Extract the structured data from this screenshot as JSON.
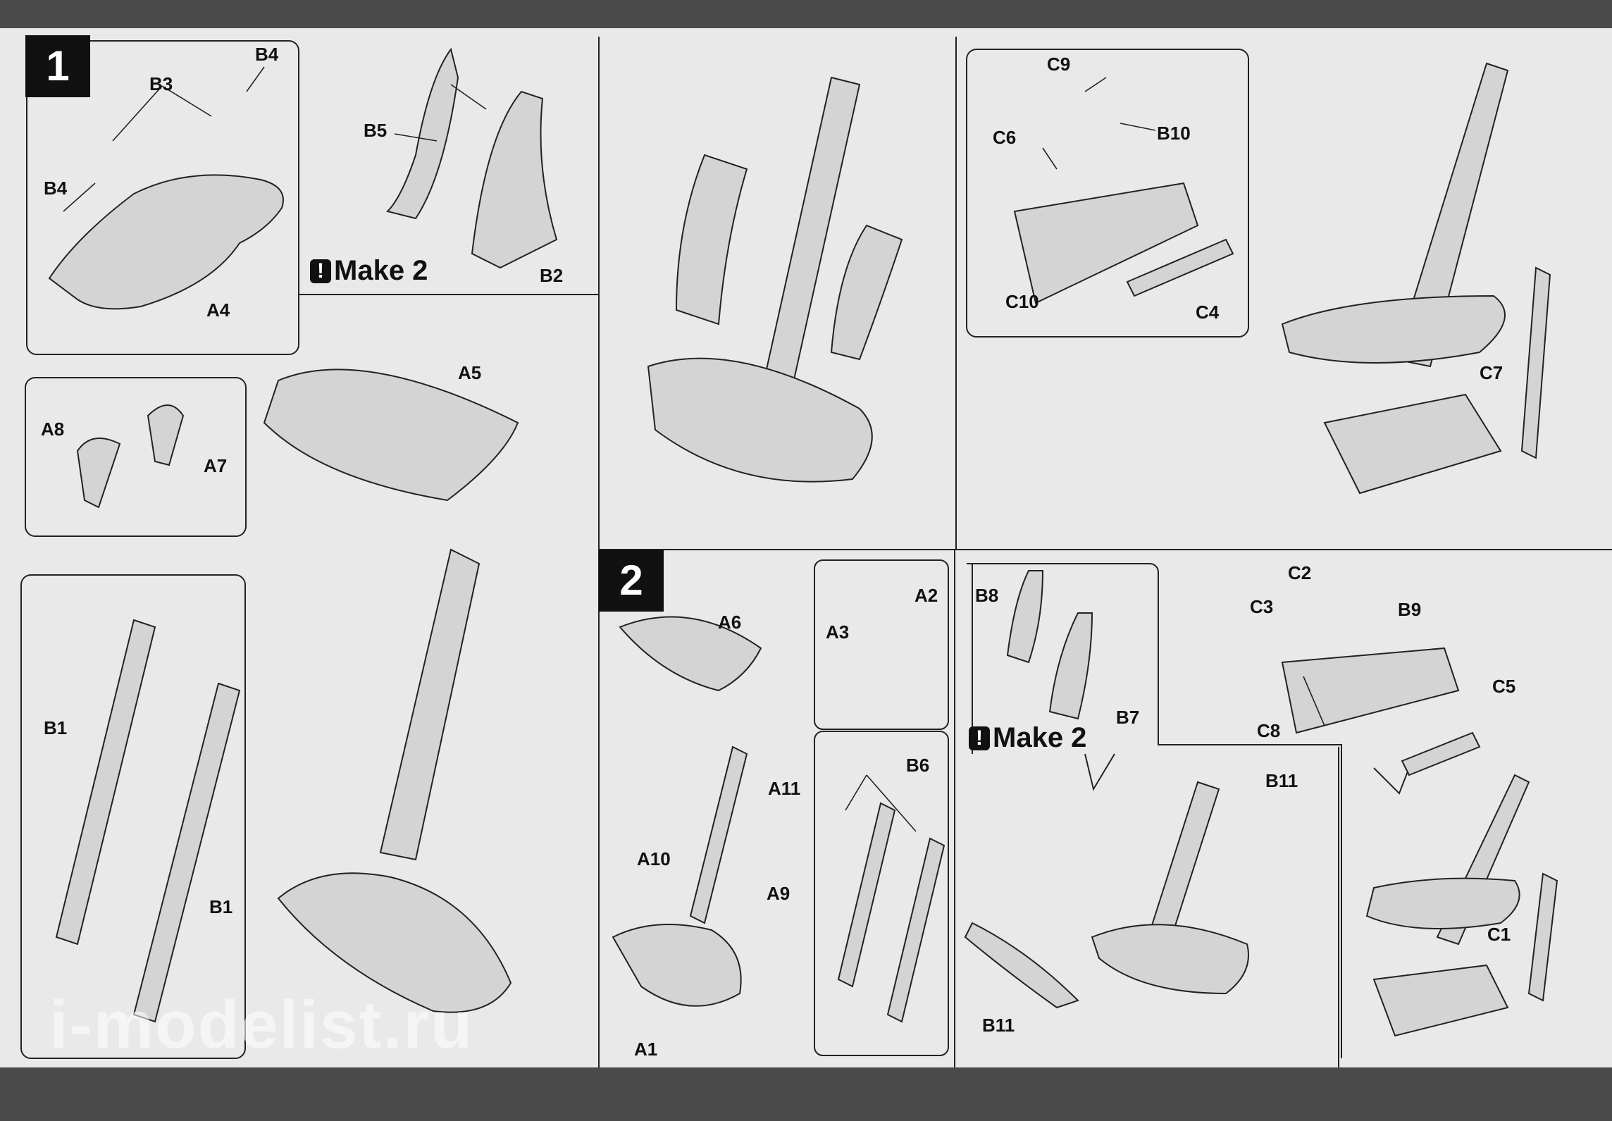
{
  "steps": {
    "step1": "1",
    "step2": "2"
  },
  "make_notes": {
    "note1": "Make 2",
    "note2": "Make 2"
  },
  "icons": {
    "make_note_icon": "exclamation-icon"
  },
  "watermark": "i-modelist.ru",
  "parts": {
    "b4_top": "B4",
    "b3": "B3",
    "b4_left": "B4",
    "a4": "A4",
    "b5": "B5",
    "b2": "B2",
    "a8": "A8",
    "a7": "A7",
    "a5": "A5",
    "b1_top": "B1",
    "b1_bottom": "B1",
    "c9": "C9",
    "c6": "C6",
    "b10": "B10",
    "c10": "C10",
    "c4": "C4",
    "c7": "C7",
    "a6": "A6",
    "a3": "A3",
    "a2": "A2",
    "a11": "A11",
    "a10": "A10",
    "a9": "A9",
    "a1": "A1",
    "b6": "B6",
    "b8": "B8",
    "b7": "B7",
    "c2": "C2",
    "b9": "B9",
    "c3": "C3",
    "c5": "C5",
    "c8": "C8",
    "b11_top": "B11",
    "b11_bottom": "B11",
    "c1": "C1"
  }
}
